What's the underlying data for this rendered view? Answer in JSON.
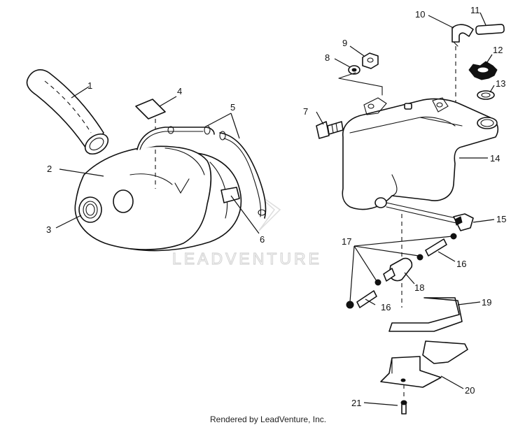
{
  "watermark": "LEADVENTURE",
  "footer": "Rendered by LeadVenture, Inc.",
  "callouts": [
    "1",
    "2",
    "3",
    "4",
    "5",
    "6",
    "7",
    "8",
    "9",
    "10",
    "11",
    "12",
    "13",
    "14",
    "15",
    "16",
    "16",
    "17",
    "18",
    "19",
    "20",
    "21"
  ]
}
